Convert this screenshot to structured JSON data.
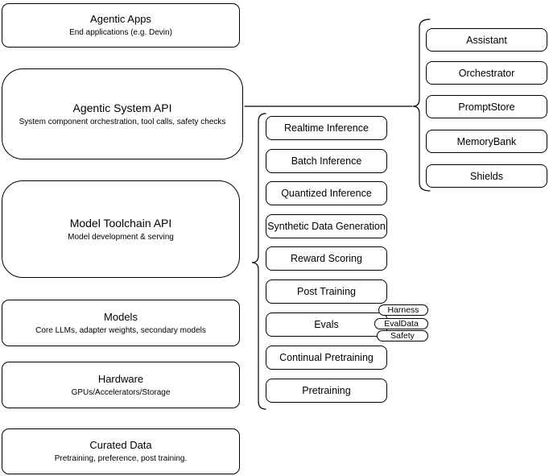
{
  "colors": {
    "stroke": "#000000",
    "fill": "#ffffff",
    "background": "#ffffff"
  },
  "stack": [
    {
      "title": "Agentic Apps",
      "subtitle": "End applications (e.g. Devin)"
    },
    {
      "title": "Agentic System API",
      "subtitle": "System component orchestration, tool calls, safety checks"
    },
    {
      "title": "Model Toolchain API",
      "subtitle": "Model development & serving"
    },
    {
      "title": "Models",
      "subtitle": "Core LLMs, adapter weights, secondary models"
    },
    {
      "title": "Hardware",
      "subtitle": "GPUs/Accelerators/Storage"
    },
    {
      "title": "Curated Data",
      "subtitle": "Pretraining, preference, post training."
    }
  ],
  "toolchain": {
    "items": [
      "Realtime Inference",
      "Batch Inference",
      "Quantized Inference",
      "Synthetic Data Generation",
      "Reward Scoring",
      "Post Training",
      "Evals",
      "Continual Pretraining",
      "Pretraining"
    ],
    "evals_tags": [
      "Harness",
      "EvalData",
      "Safety"
    ]
  },
  "system_components": [
    "Assistant",
    "Orchestrator",
    "PromptStore",
    "MemoryBank",
    "Shields"
  ]
}
